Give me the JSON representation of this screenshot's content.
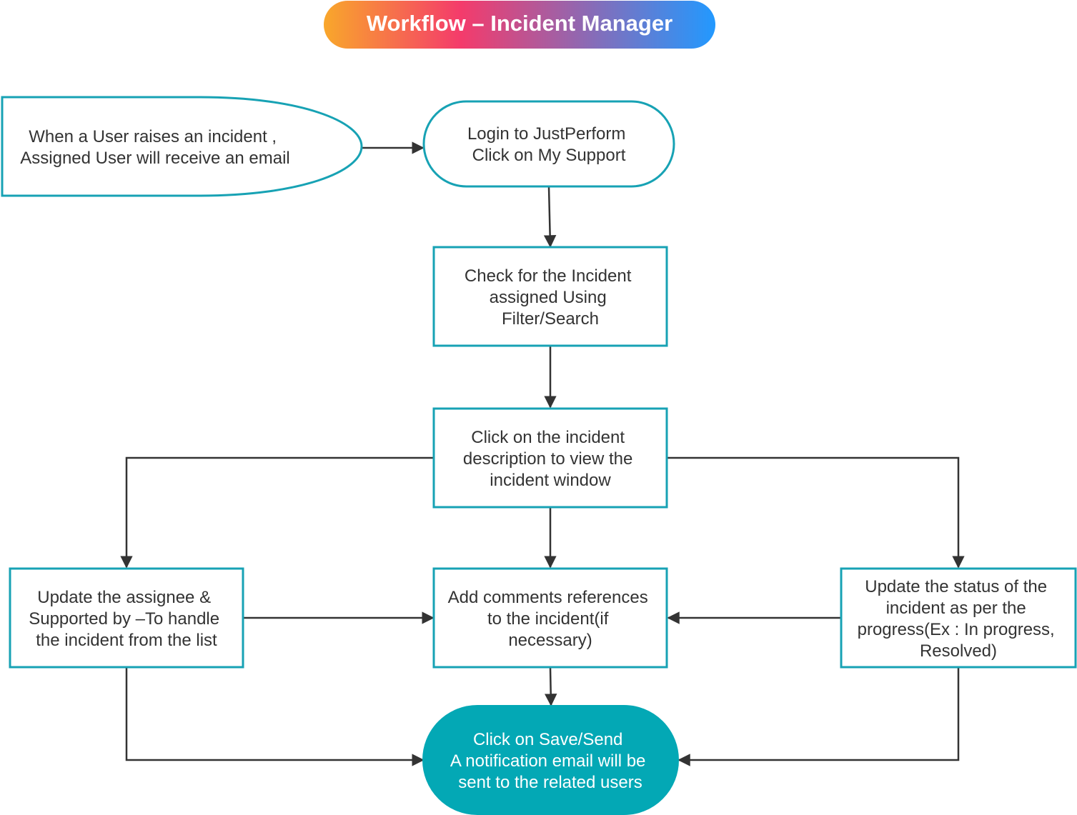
{
  "title": "Workflow – Incident Manager",
  "colors": {
    "title_gradient": [
      "#f9a72b",
      "#f43b6b",
      "#2299ff"
    ],
    "border": "#17a2b4",
    "final_fill": "#03a8b5",
    "arrow": "#333333",
    "text": "#333333"
  },
  "nodes": {
    "email_trigger": {
      "lines": [
        "When a User raises an incident ,",
        "Assigned User will receive an email"
      ]
    },
    "login": {
      "lines": [
        "Login to JustPerform",
        "Click on My Support"
      ]
    },
    "check_incident": {
      "lines": [
        "Check for the Incident",
        "assigned Using",
        "Filter/Search"
      ]
    },
    "click_description": {
      "lines": [
        "Click on the incident",
        "description to view the",
        "incident window"
      ]
    },
    "update_assignee": {
      "lines": [
        "Update the assignee &",
        "Supported by –To handle",
        "the incident from the list"
      ]
    },
    "add_comments": {
      "lines": [
        "Add comments references",
        "to the incident(if",
        "necessary)"
      ]
    },
    "update_status": {
      "lines": [
        "Update the status of the",
        "incident as per the",
        "progress(Ex : In progress,",
        "Resolved)"
      ]
    },
    "save_send": {
      "lines": [
        "Click on Save/Send",
        "A notification email will be",
        "sent to the related users"
      ]
    }
  }
}
